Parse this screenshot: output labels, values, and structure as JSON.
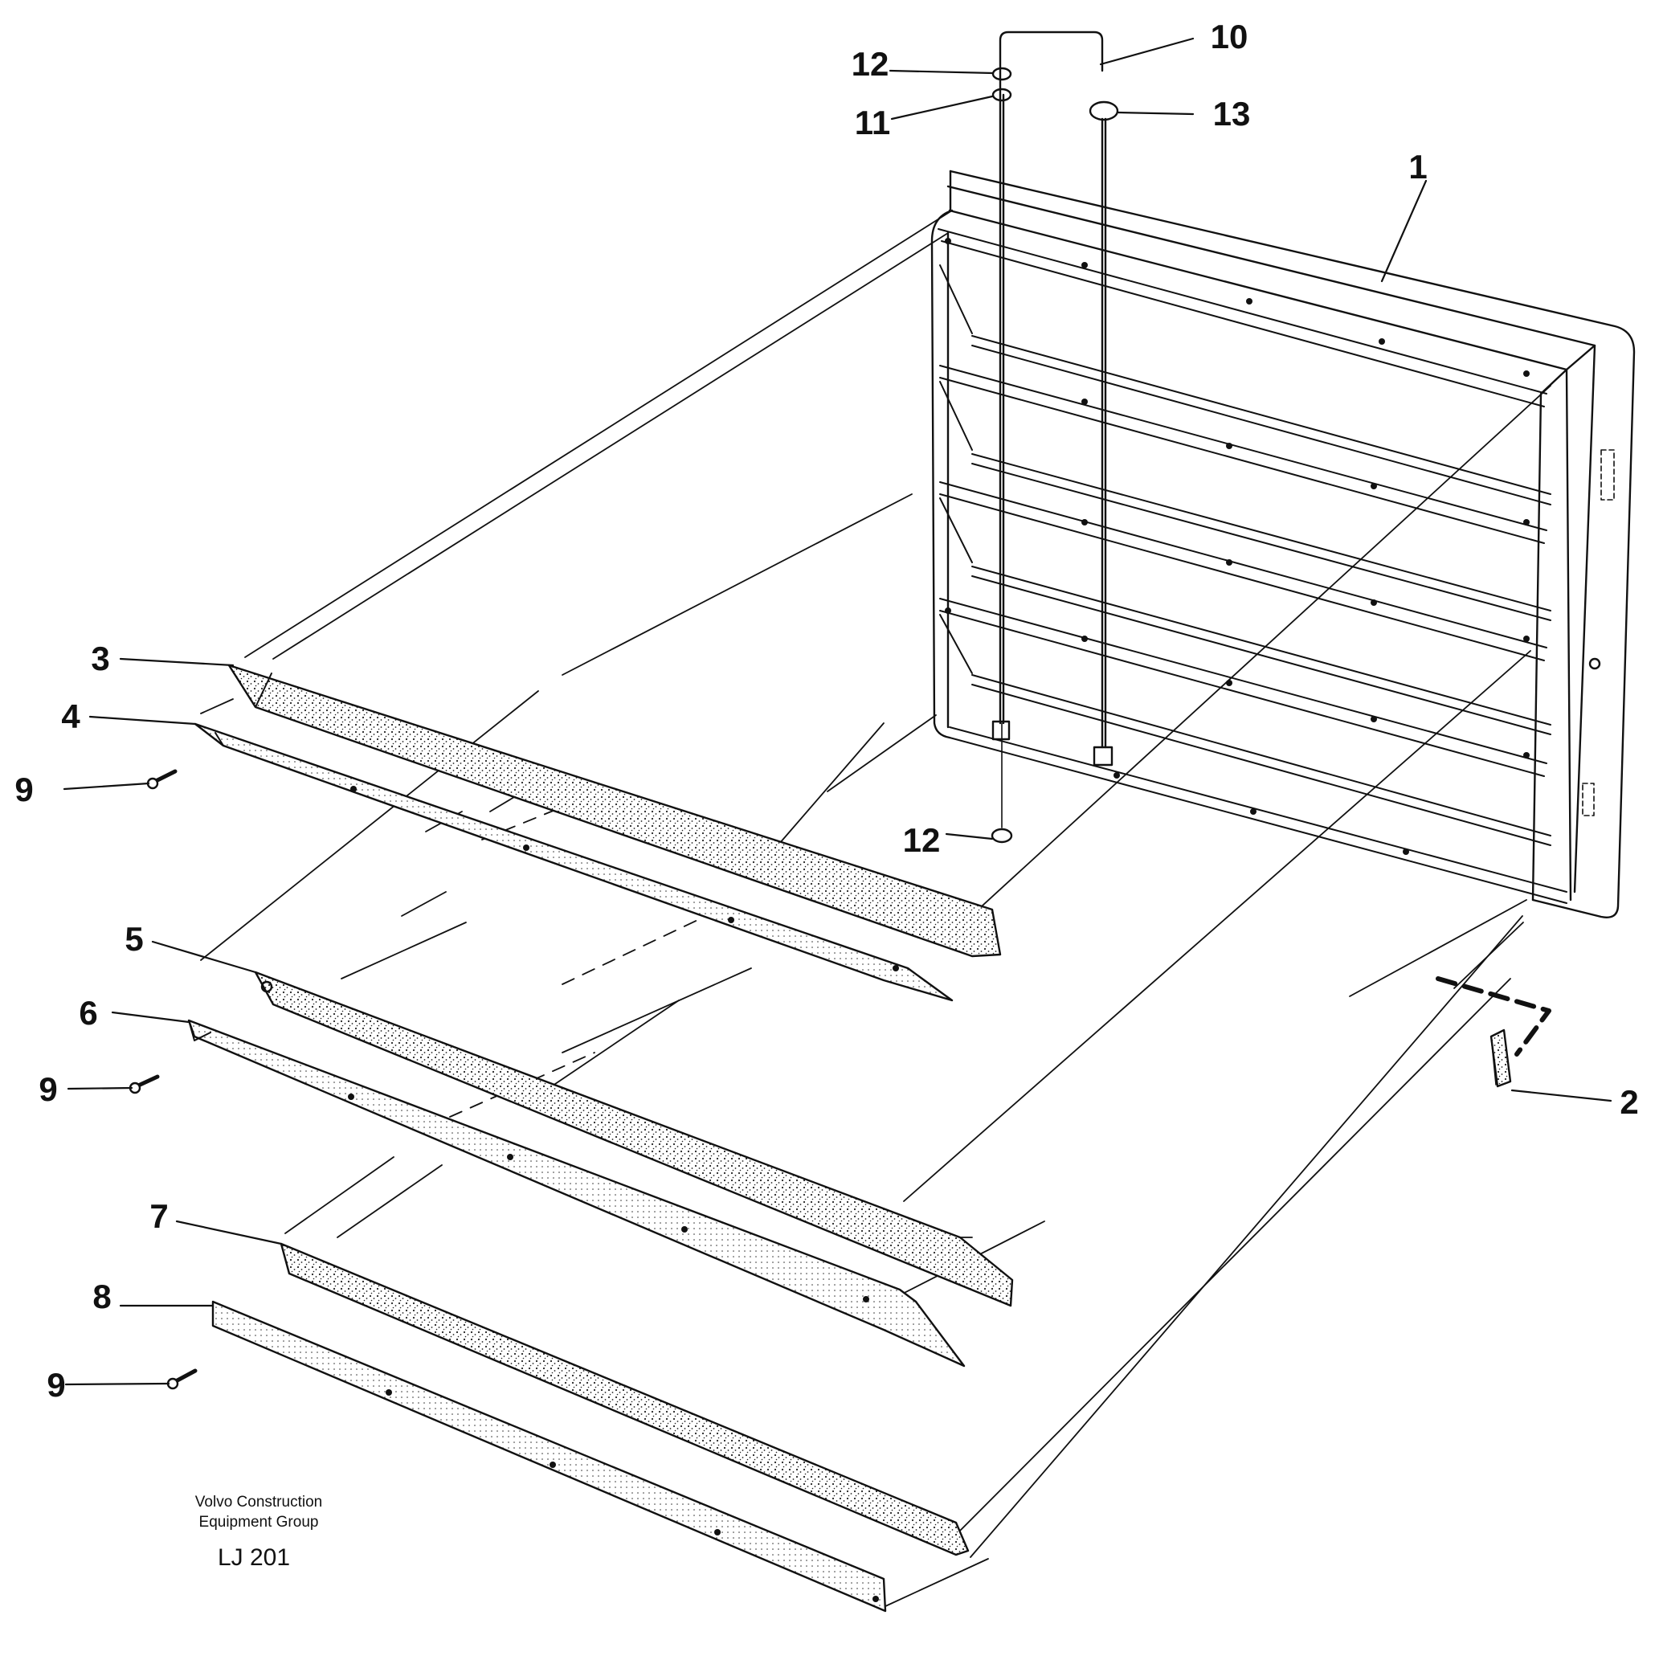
{
  "callouts": {
    "c1": "1",
    "c2": "2",
    "c3": "3",
    "c4": "4",
    "c5": "5",
    "c6": "6",
    "c7": "7",
    "c8": "8",
    "c9a": "9",
    "c9b": "9",
    "c9c": "9",
    "c10": "10",
    "c11": "11",
    "c12a": "12",
    "c12b": "12",
    "c13": "13"
  },
  "credit": {
    "line1": "Volvo Construction",
    "line2": "Equipment Group"
  },
  "drawing_code": "LJ 201",
  "colors": {
    "ink": "#111111",
    "paper": "#ffffff"
  }
}
